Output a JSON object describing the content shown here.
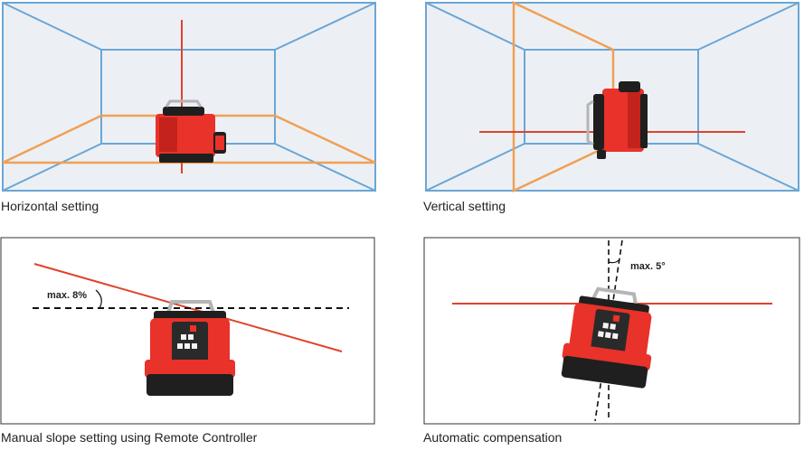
{
  "panels": [
    {
      "caption": "Horizontal setting"
    },
    {
      "caption": "Vertical setting"
    },
    {
      "caption": "Manual slope setting using Remote Controller",
      "annotation": "max. 8%"
    },
    {
      "caption": "Automatic compensation",
      "annotation": "max. 5°"
    }
  ],
  "colors": {
    "room_outline": "#6aa6d6",
    "room_fill": "#ecf0f5",
    "laser_beam": "#e0432b",
    "laser_plane": "#f0a055",
    "device_body": "#e8322a",
    "device_dark": "#1f1f1f",
    "handle": "#b5b5b5"
  },
  "icons": [
    "rotating-laser-level-icon"
  ]
}
